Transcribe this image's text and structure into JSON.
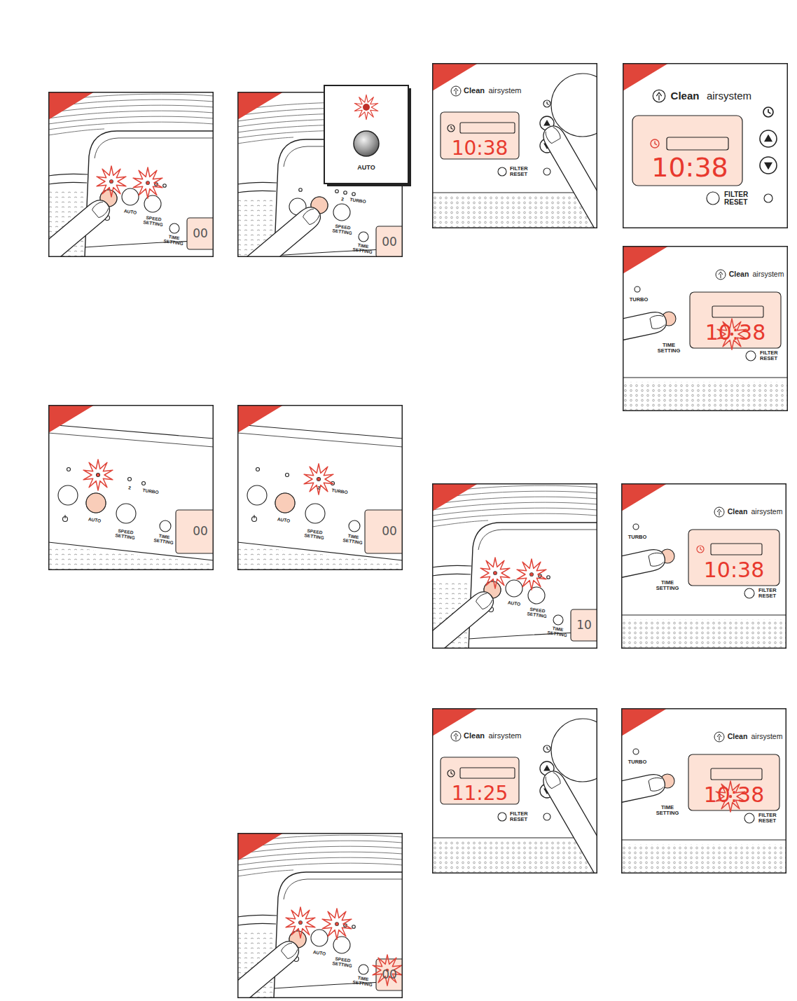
{
  "diagram": {
    "labels": [
      "AUTO",
      "SPEED SETTING",
      "TIME SETTING",
      "00",
      "AUTO",
      "2",
      "TURBO",
      "SPEED SETTING",
      "TIME SETTING",
      "00",
      "2",
      "TURBO",
      "AUTO",
      "SPEED SETTING",
      "TIME SETTING",
      "00",
      "2",
      "TURBO",
      "AUTO",
      "SPEED SETTING",
      "TIME SETTING",
      "00",
      "AUTO",
      "SPEED SETTING",
      "TIME SETTING",
      "00",
      "Clean",
      "airsystem",
      "10:38",
      "FILTER RESET",
      "Clean",
      "airsystem",
      "10:38",
      "FILTER RESET",
      "TURBO",
      "Clean",
      "airsystem",
      "TIME SETTING",
      "10:38",
      "FILTER RESET",
      "AUTO",
      "SPEED SETTING",
      "TIME SETTING",
      "10",
      "TURBO",
      "Clean",
      "airsystem",
      "TIME SETTING",
      "10:38",
      "FILTER RESET",
      "Clean",
      "airsystem",
      "11:25",
      "FILTER RESET",
      "TURBO",
      "Clean",
      "airsystem",
      "TIME SETTING",
      "10:38",
      "FILTER RESET"
    ]
  }
}
